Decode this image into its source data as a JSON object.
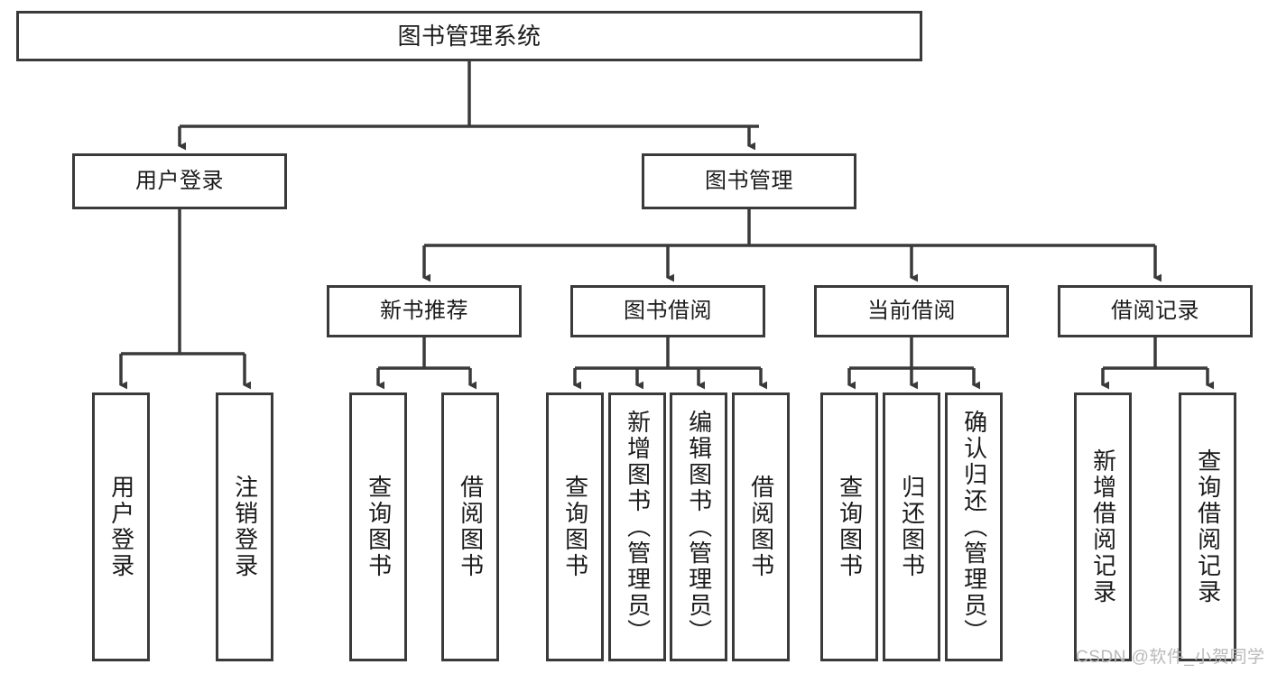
{
  "diagram": {
    "title": "图书管理系统",
    "type": "tree",
    "watermark": "CSDN @软件_小贺同学",
    "colors": {
      "node_border": "#3a3a3a",
      "node_fill": "#ffffff",
      "edge": "#3a3a3a",
      "text": "#1b1b1b",
      "watermark": "#b9b9b9",
      "background": "#ffffff"
    },
    "root": {
      "label": "图书管理系统"
    },
    "level2": [
      {
        "label": "用户登录"
      },
      {
        "label": "图书管理"
      }
    ],
    "level3": [
      {
        "label": "新书推荐"
      },
      {
        "label": "图书借阅"
      },
      {
        "label": "当前借阅"
      },
      {
        "label": "借阅记录"
      }
    ],
    "leaves": {
      "user_login": [
        {
          "label": "用户登录"
        },
        {
          "label": "注销登录"
        }
      ],
      "new_book_recommend": [
        {
          "label": "查询图书"
        },
        {
          "label": "借阅图书"
        }
      ],
      "book_borrow": [
        {
          "label": "查询图书"
        },
        {
          "label": "新增图书（管理员）"
        },
        {
          "label": "编辑图书（管理员）"
        },
        {
          "label": "借阅图书"
        }
      ],
      "current_borrow": [
        {
          "label": "查询图书"
        },
        {
          "label": "归还图书"
        },
        {
          "label": "确认归还（管理员）"
        }
      ],
      "borrow_record": [
        {
          "label": "新增借阅记录"
        },
        {
          "label": "查询借阅记录"
        }
      ]
    }
  }
}
